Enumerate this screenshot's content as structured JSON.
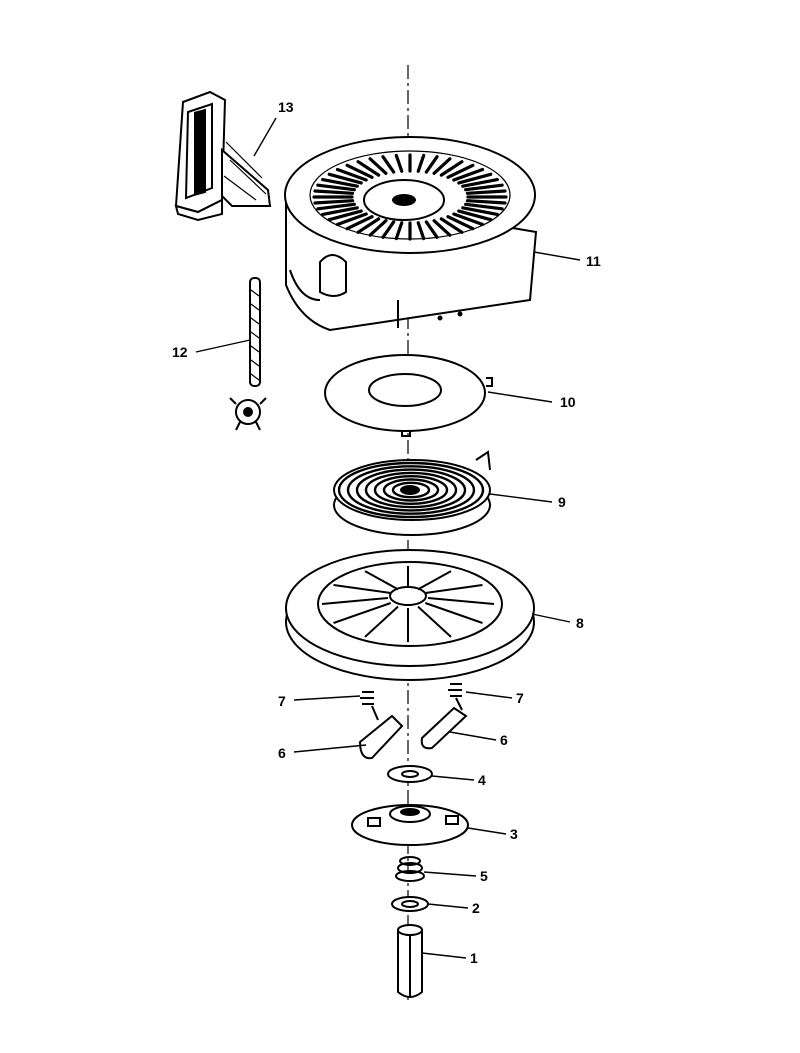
{
  "callouts": [
    {
      "id": "1",
      "label": "1"
    },
    {
      "id": "2",
      "label": "2"
    },
    {
      "id": "3",
      "label": "3"
    },
    {
      "id": "4",
      "label": "4"
    },
    {
      "id": "5",
      "label": "5"
    },
    {
      "id": "6a",
      "label": "6"
    },
    {
      "id": "6b",
      "label": "6"
    },
    {
      "id": "7a",
      "label": "7"
    },
    {
      "id": "7b",
      "label": "7"
    },
    {
      "id": "8",
      "label": "8"
    },
    {
      "id": "9",
      "label": "9"
    },
    {
      "id": "10",
      "label": "10"
    },
    {
      "id": "11",
      "label": "11"
    },
    {
      "id": "12",
      "label": "12"
    },
    {
      "id": "13",
      "label": "13"
    }
  ]
}
